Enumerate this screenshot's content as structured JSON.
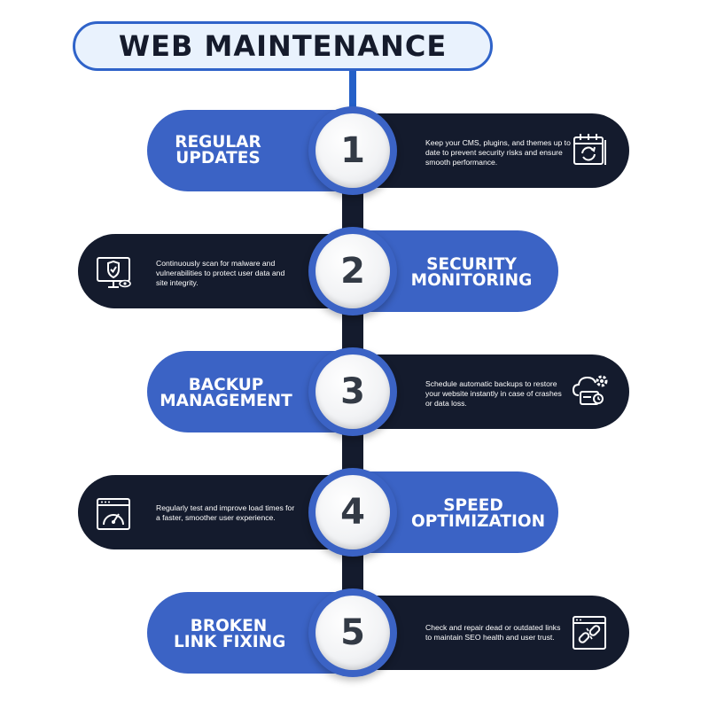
{
  "title": "WEB MAINTENANCE",
  "colors": {
    "blue": "#3b63c5",
    "dark": "#141b2d",
    "number": "#333a45",
    "title_bg": "#e9f2fd"
  },
  "steps": [
    {
      "number": "1",
      "title_line1": "REGULAR",
      "title_line2": "UPDATES",
      "description": "Keep your CMS, plugins, and themes up to date to prevent security risks and ensure smooth performance.",
      "icon": "calendar-refresh-icon"
    },
    {
      "number": "2",
      "title_line1": "SECURITY",
      "title_line2": "MONITORING",
      "description": "Continuously scan for malware and vulnerabilities to protect user data and site integrity.",
      "icon": "monitor-shield-icon"
    },
    {
      "number": "3",
      "title_line1": "BACKUP",
      "title_line2": "MANAGEMENT",
      "description": "Schedule automatic backups to restore your website instantly in case of crashes or data loss.",
      "icon": "cloud-backup-icon"
    },
    {
      "number": "4",
      "title_line1": "SPEED",
      "title_line2": "OPTIMIZATION",
      "description": "Regularly test and improve load times for a faster, smoother user experience.",
      "icon": "speedometer-icon"
    },
    {
      "number": "5",
      "title_line1": "BROKEN",
      "title_line2": "LINK FIXING",
      "description": "Check and repair dead or outdated links to maintain SEO health and user trust.",
      "icon": "broken-link-icon"
    }
  ]
}
